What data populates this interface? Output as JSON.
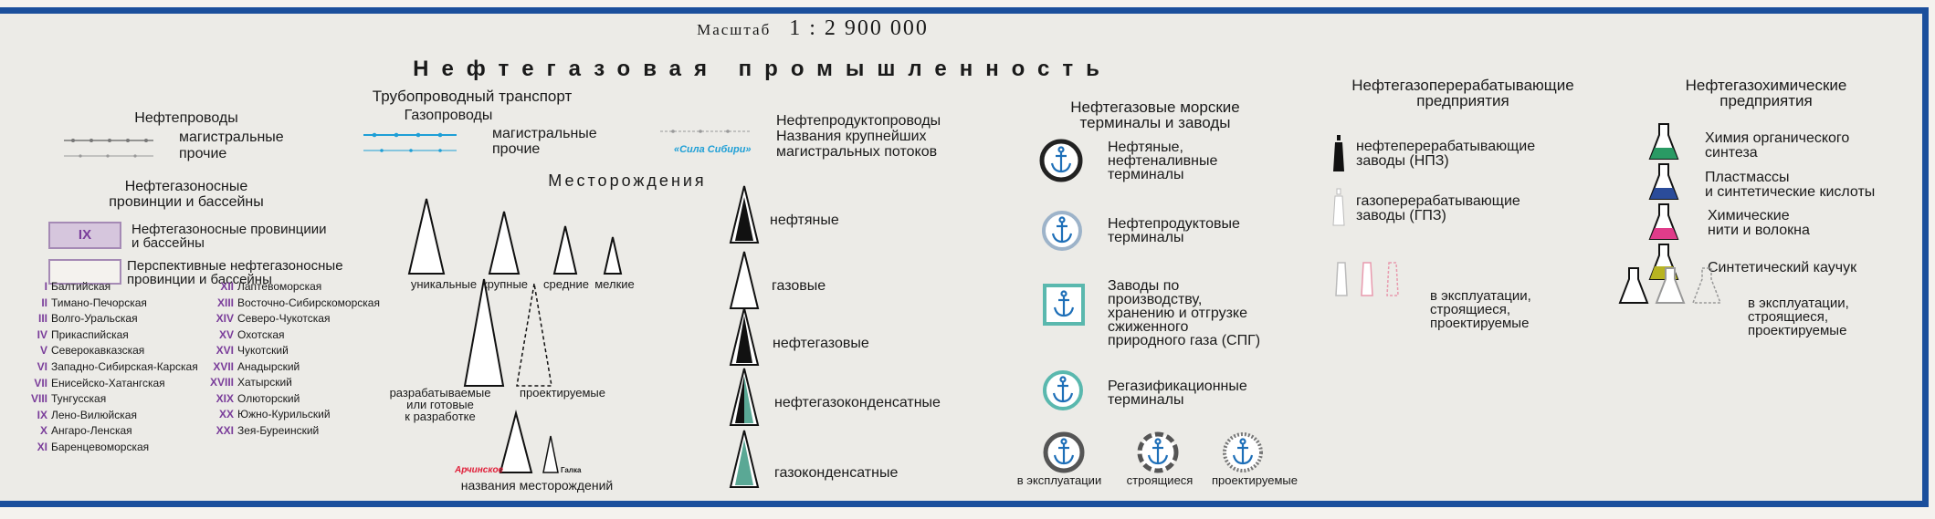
{
  "scale": {
    "label": "Масштаб",
    "value": "1 : 2 900 000"
  },
  "main_title": "Нефтегазовая промышленность",
  "pipelines": {
    "header": "Трубопроводный транспорт",
    "oil": {
      "title": "Нефтепроводы",
      "main": "магистральные",
      "other": "прочие"
    },
    "gas": {
      "title": "Газопроводы",
      "main": "магистральные",
      "other": "прочие"
    },
    "products": {
      "title": "Нефтепродуктопроводы",
      "flows_line1": "Названия крупнейших",
      "flows_line2": "магистральных потоков",
      "flow_example": "«Сила Сибири»"
    }
  },
  "provinces": {
    "title_line1": "Нефтегазоносные",
    "title_line2": "провинции и бассейны",
    "existing_line1": "Нефтегазоносные провинциии",
    "existing_line2": "и бассейны",
    "prospective_line1": "Перспективные нефтегазоносные",
    "prospective_line2": "провинции и бассейны",
    "box_numeral": "IX",
    "list_left": [
      {
        "num": "I",
        "name": "Балтийская"
      },
      {
        "num": "II",
        "name": "Тимано-Печорская"
      },
      {
        "num": "III",
        "name": "Волго-Уральская"
      },
      {
        "num": "IV",
        "name": "Прикаспийская"
      },
      {
        "num": "V",
        "name": "Северокавказская"
      },
      {
        "num": "VI",
        "name": "Западно-Сибирская-Карская"
      },
      {
        "num": "VII",
        "name": "Енисейско-Хатангская"
      },
      {
        "num": "VIII",
        "name": "Тунгусская"
      },
      {
        "num": "IX",
        "name": "Лено-Вилюйская"
      },
      {
        "num": "X",
        "name": "Ангаро-Ленская"
      },
      {
        "num": "XI",
        "name": "Баренцевоморская"
      }
    ],
    "list_right": [
      {
        "num": "XII",
        "name": "Лаптевоморская"
      },
      {
        "num": "XIII",
        "name": "Восточно-Сибирскоморская"
      },
      {
        "num": "XIV",
        "name": "Северо-Чукотская"
      },
      {
        "num": "XV",
        "name": "Охотская"
      },
      {
        "num": "XVI",
        "name": "Чукотский"
      },
      {
        "num": "XVII",
        "name": "Анадырский"
      },
      {
        "num": "XVIII",
        "name": "Хатырский"
      },
      {
        "num": "XIX",
        "name": "Олюторский"
      },
      {
        "num": "XX",
        "name": "Южно-Курильский"
      },
      {
        "num": "XXI",
        "name": "Зея-Буреинский"
      }
    ]
  },
  "fields": {
    "title": "Месторождения",
    "sizes": [
      "уникальные",
      "крупные",
      "средние",
      "мелкие"
    ],
    "developed_line1": "разрабатываемые",
    "developed_line2": "или готовые",
    "developed_line3": "к разработке",
    "planned": "проектируемые",
    "name_example_big": "Арчинское",
    "name_example_small": "Галка",
    "names_caption": "названия месторождений",
    "types": [
      "нефтяные",
      "газовые",
      "нефтегазовые",
      "нефтегазоконденсатные",
      "газоконденсатные"
    ]
  },
  "terminals": {
    "title_line1": "Нефтегазовые морские",
    "title_line2": "терминалы и заводы",
    "oil_line1": "Нефтяные,",
    "oil_line2": "нефтеналивные",
    "oil_line3": "терминалы",
    "products_line1": "Нефтепродуктовые",
    "products_line2": "терминалы",
    "lng_line1": "Заводы по",
    "lng_line2": "производству,",
    "lng_line3": "хранению и отгрузке",
    "lng_line4": "сжиженного",
    "lng_line5": "природного газа (СПГ)",
    "regas_line1": "Регазификационные",
    "regas_line2": "терминалы",
    "status": [
      "в эксплуатации",
      "строящиеся",
      "проектируемые"
    ]
  },
  "refining": {
    "title_line1": "Нефтегазоперерабатывающие",
    "title_line2": "предприятия",
    "oil_line1": "нефтеперерабатывающие",
    "oil_line2": "заводы (НПЗ)",
    "gas_line1": "газоперерабатывающие",
    "gas_line2": "заводы (ГПЗ)",
    "status_line1": "в эксплуатации,",
    "status_line2": "строящиеся,",
    "status_line3": "проектируемые"
  },
  "chemical": {
    "title_line1": "Нефтегазохимические",
    "title_line2": "предприятия",
    "organic_line1": "Химия органического",
    "organic_line2": "синтеза",
    "plastics_line1": "Пластмассы",
    "plastics_line2": "и синтетические кислоты",
    "fibers_line1": "Химические",
    "fibers_line2": "нити и волокна",
    "rubber": "Синтетический каучук",
    "status_line1": "в эксплуатации,",
    "status_line2": "строящиеся,",
    "status_line3": "проектируемые"
  },
  "colors": {
    "frame": "#1b4f9c",
    "purple": "#7a3d9a",
    "teal": "#5aa895",
    "cyan": "#1e9fd6",
    "anchor": "#1e6fb8",
    "red": "#e0203a"
  }
}
